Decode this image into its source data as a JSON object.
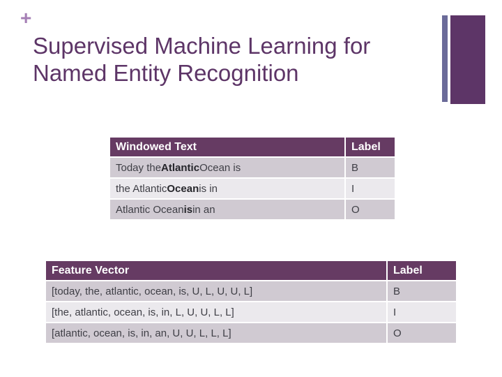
{
  "slide": {
    "plus_glyph": "+",
    "title_line1": "Supervised Machine Learning for",
    "title_line2": "Named Entity Recognition"
  },
  "colors": {
    "title_text": "#5d3567",
    "plus_decoration": "#a57fb5",
    "accent_bar_thin": "#6b6b99",
    "accent_bar_wide": "#5d3567",
    "table_header_bg": "#663b63",
    "table_header_text": "#ffffff",
    "row_dark_bg": "#d0cad2",
    "row_light_bg": "#ebe9ed"
  },
  "windowed_table": {
    "headers": [
      "Windowed Text",
      "Label"
    ],
    "rows": [
      {
        "pre": "Today the ",
        "bold": "Atlantic",
        "post": " Ocean is",
        "label": "B"
      },
      {
        "pre": "the Atlantic ",
        "bold": "Ocean",
        "post": " is in",
        "label": "I"
      },
      {
        "pre": "Atlantic Ocean ",
        "bold": "is",
        "post": " in an",
        "label": "O"
      }
    ]
  },
  "feature_table": {
    "headers": [
      "Feature Vector",
      "Label"
    ],
    "rows": [
      {
        "text": "[today, the, atlantic, ocean, is, U, L, U, U, L]",
        "label": "B"
      },
      {
        "text": "[the, atlantic, ocean, is, in, L, U, U, L, L]",
        "label": "I"
      },
      {
        "text": "[atlantic, ocean, is, in, an, U, U, L, L, L]",
        "label": "O"
      }
    ]
  }
}
